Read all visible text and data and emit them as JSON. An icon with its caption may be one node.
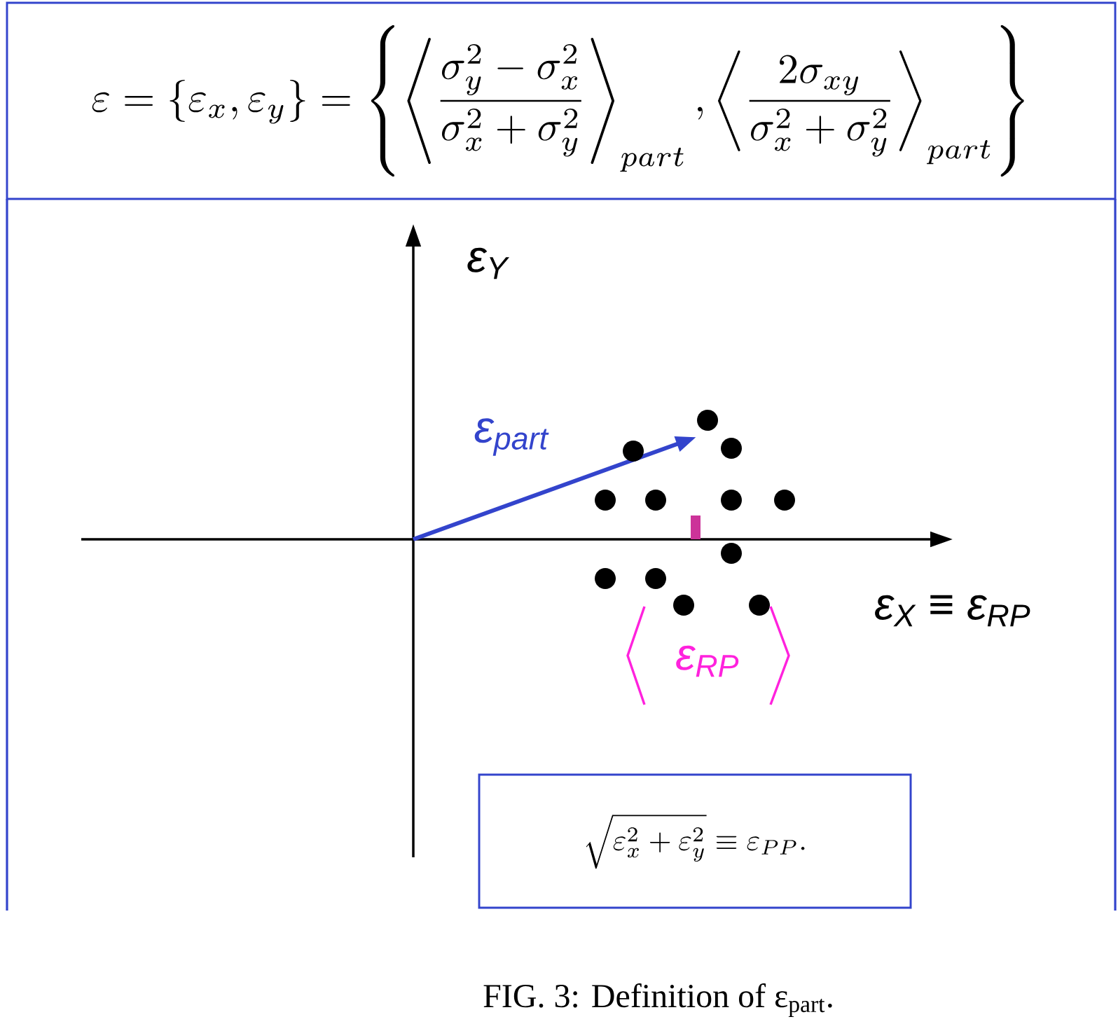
{
  "diagram": {
    "caption": "FIG. 3: Definition of ε$_{part}$.",
    "nodes": [
      {
        "text": [
          "\\varepsilon = \\{\\varepsilon_x, \\varepsilon_y\\} = \\left\\{ \\left\\langle \\frac{\\sigma_y^2 - \\sigma_x^2}{\\sigma_x^2 + \\sigma_y^2} \\right\\rangle_{part}, \\left\\langle \\frac{2\\sigma_{xy}}{\\sigma_x^2 + \\sigma_y^2} \\right\\rangle_{part} \\right\\}"
        ]
      },
      {
        "text": [
          "\\sqrt{\\varepsilon_x^2 + \\varepsilon_y^2} \\equiv \\varepsilon_{PP}."
        ]
      }
    ],
    "labels": [
      "ε$_{Y}$",
      "ε$_{part}$",
      "ε$_{X}$ ≡ ε$_{RP}$",
      "ε$_{RP}$"
    ]
  }
}
